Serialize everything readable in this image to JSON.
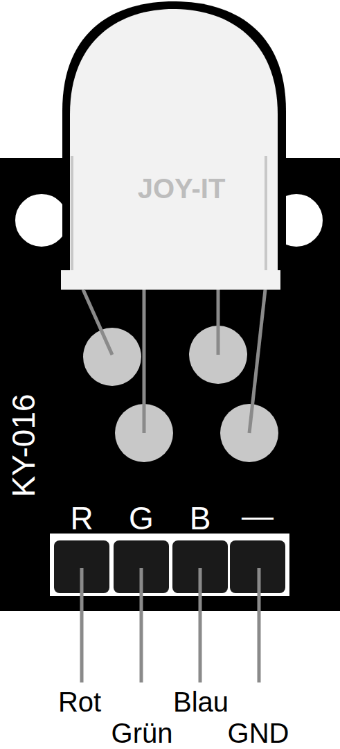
{
  "diagram": {
    "labels": [
      "KY-016",
      "R",
      "G",
      "B",
      "—",
      "Rot",
      "Grün",
      "Blau",
      "GND",
      "JOY-IT"
    ]
  }
}
